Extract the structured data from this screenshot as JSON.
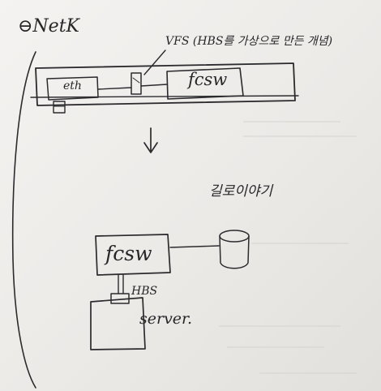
{
  "diagram": {
    "title": "⊖NetK",
    "top_section": {
      "vfs_annotation": "VFS (HBS를 가상으로 만든 개념)",
      "eth_label": "eth",
      "fcsw_label": "fcsw",
      "arrow": "↓."
    },
    "bottom_section": {
      "storage_annotation": "길로이야기",
      "fcsw_label": "fcsw",
      "hbs_label": "HBS",
      "server_label": "server."
    }
  }
}
